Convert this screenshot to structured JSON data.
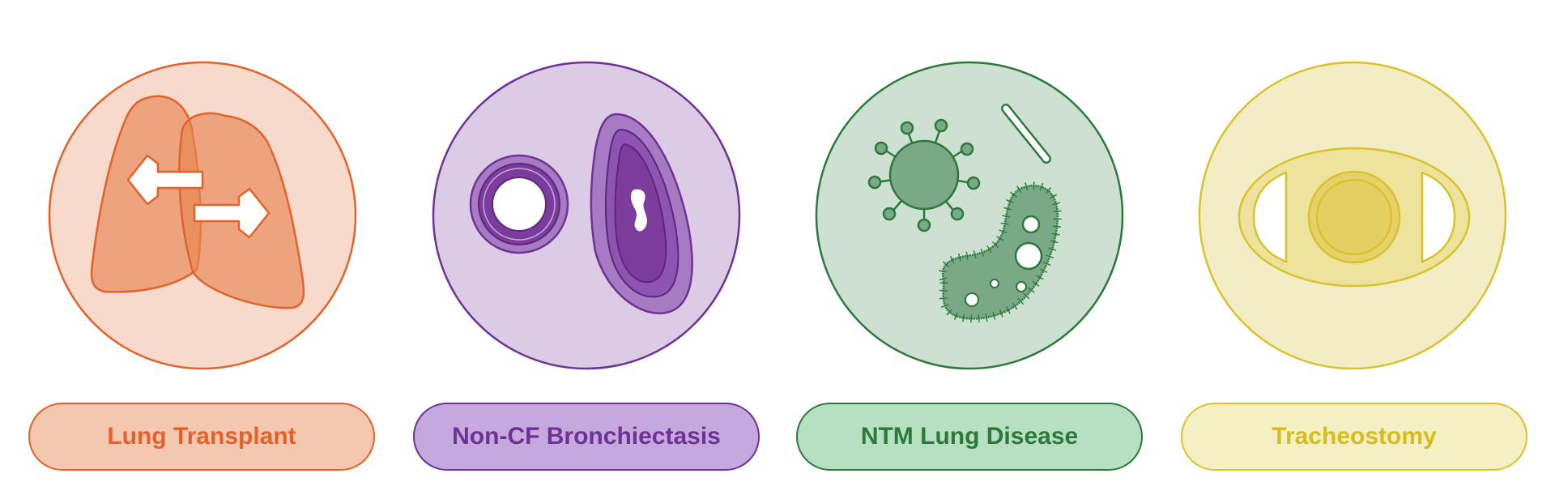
{
  "categories": [
    {
      "label": "Lung Transplant",
      "icon": "lungs-transplant-icon",
      "color": "#e4622a"
    },
    {
      "label": "Non-CF Bronchiectasis",
      "icon": "bronchiectasis-airway-icon",
      "color": "#6f3294"
    },
    {
      "label": "NTM Lung Disease",
      "icon": "mycobacteria-microbes-icon",
      "color": "#2b7a3b"
    },
    {
      "label": "Tracheostomy",
      "icon": "tracheostomy-tube-icon",
      "color": "#d6bd1c"
    }
  ]
}
